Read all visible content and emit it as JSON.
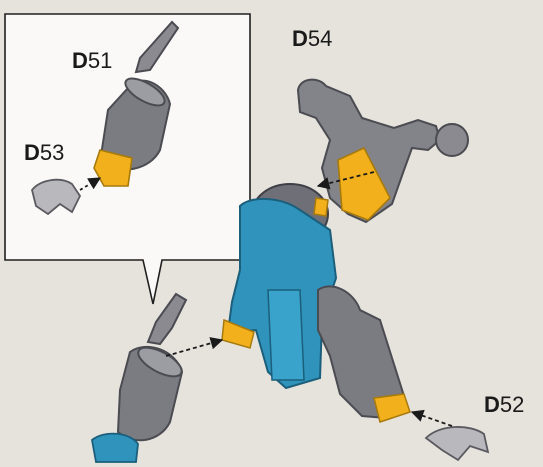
{
  "labels": {
    "d51": {
      "prefix": "D",
      "num": "51"
    },
    "d53": {
      "prefix": "D",
      "num": "53"
    },
    "d54": {
      "prefix": "D",
      "num": "54"
    },
    "d52": {
      "prefix": "D",
      "num": "52"
    }
  },
  "colors": {
    "background": "#e6e2dc",
    "armor_gray": "#8a8a90",
    "armor_dark": "#4b4b52",
    "joint_yellow": "#f2b11c",
    "body_blue": "#2f93bb",
    "arrow": "#1a1a1a"
  }
}
